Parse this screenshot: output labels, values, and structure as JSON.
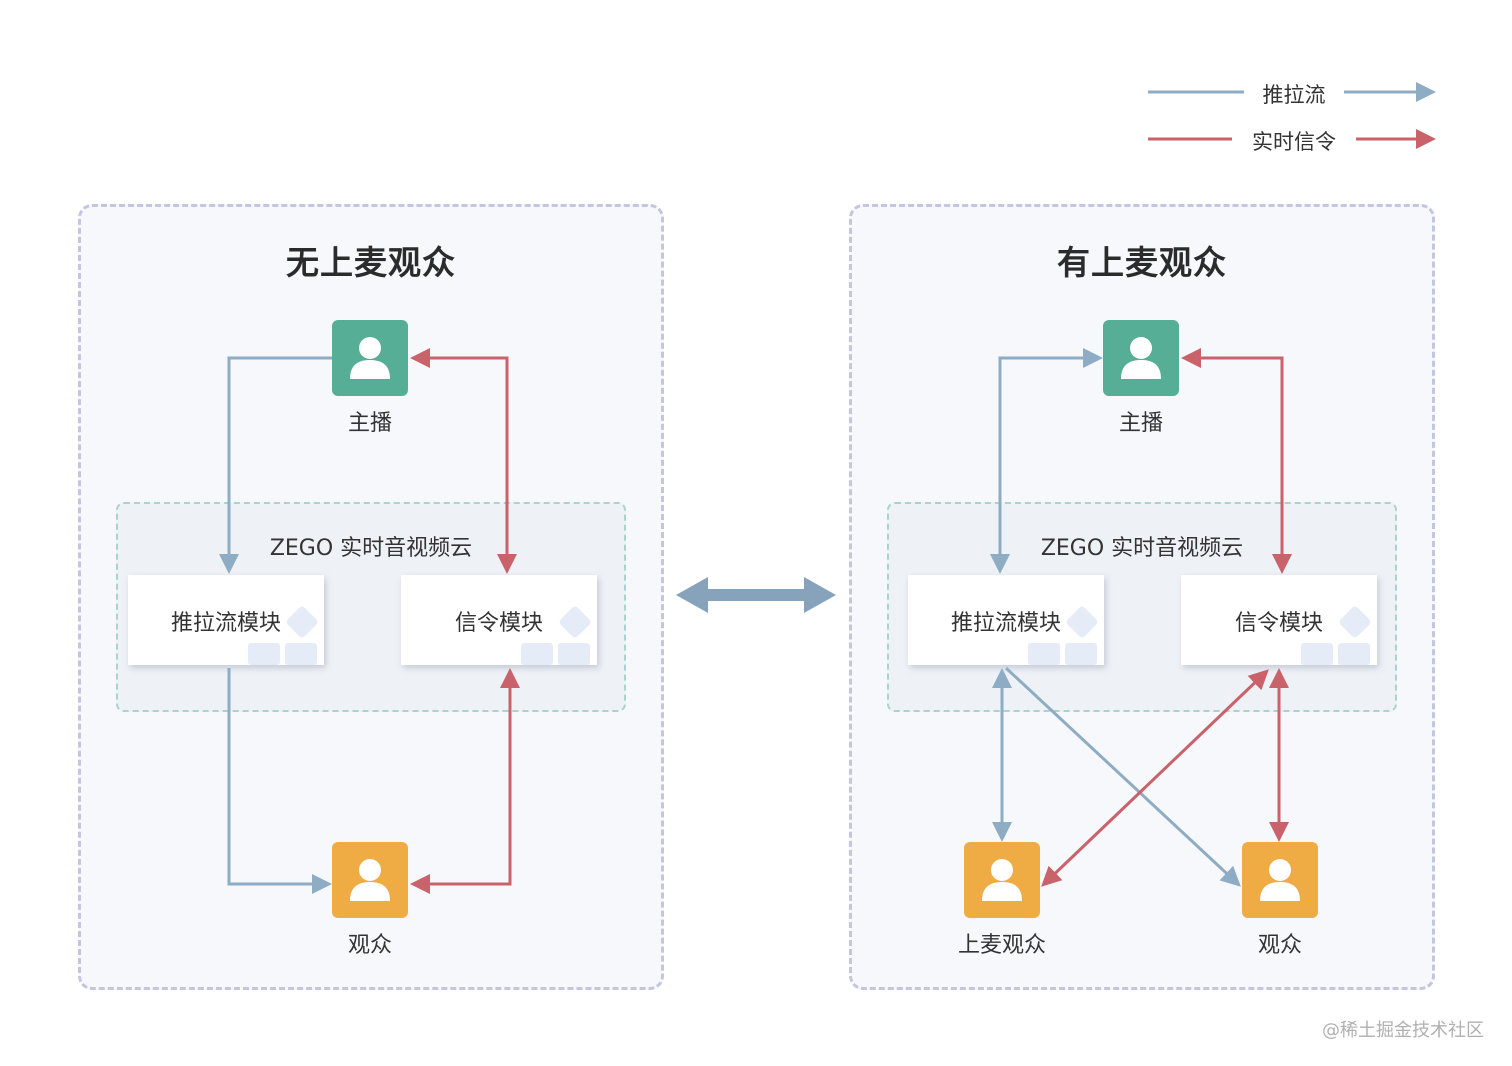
{
  "legend": {
    "stream_label": "推拉流",
    "signal_label": "实时信令",
    "stream_color": "#8eacc3",
    "signal_color": "#c9626a"
  },
  "left_panel": {
    "title": "无上麦观众",
    "host_label": "主播",
    "cloud_label": "ZEGO 实时音视频云",
    "stream_module_label": "推拉流模块",
    "signal_module_label": "信令模块",
    "audience_label": "观众"
  },
  "right_panel": {
    "title": "有上麦观众",
    "host_label": "主播",
    "cloud_label": "ZEGO 实时音视频云",
    "stream_module_label": "推拉流模块",
    "signal_module_label": "信令模块",
    "cohost_label": "上麦观众",
    "audience_label": "观众"
  },
  "colors": {
    "host": "#56ae97",
    "audience": "#efac45",
    "transition_arrow": "#86a3bb"
  },
  "icons": {
    "user": "user-icon",
    "transition": "double-arrow-icon"
  },
  "watermark": "@稀土掘金技术社区"
}
